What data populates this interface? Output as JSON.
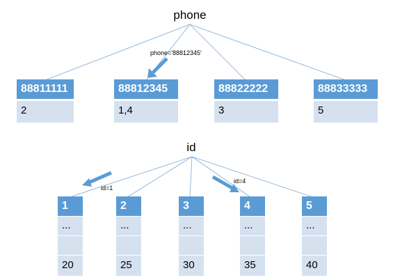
{
  "top_tree": {
    "root_label": "phone",
    "query_label": "phone='88812345'",
    "nodes": [
      {
        "key": "88811111",
        "value": "2"
      },
      {
        "key": "88812345",
        "value": "1,4"
      },
      {
        "key": "88822222",
        "value": "3"
      },
      {
        "key": "88833333",
        "value": "5"
      }
    ]
  },
  "bottom_tree": {
    "root_label": "id",
    "query_labels": [
      "id=1",
      "id=4"
    ],
    "nodes": [
      {
        "key": "1",
        "cells": [
          "...",
          "",
          "20"
        ]
      },
      {
        "key": "2",
        "cells": [
          "...",
          "",
          "25"
        ]
      },
      {
        "key": "3",
        "cells": [
          "...",
          "",
          "30"
        ]
      },
      {
        "key": "4",
        "cells": [
          "...",
          "",
          "35"
        ]
      },
      {
        "key": "5",
        "cells": [
          "...",
          "",
          "40"
        ]
      }
    ]
  },
  "colors": {
    "header": "#5b9bd5",
    "cell": "#d6e1f0",
    "line": "#5b9bd5"
  }
}
